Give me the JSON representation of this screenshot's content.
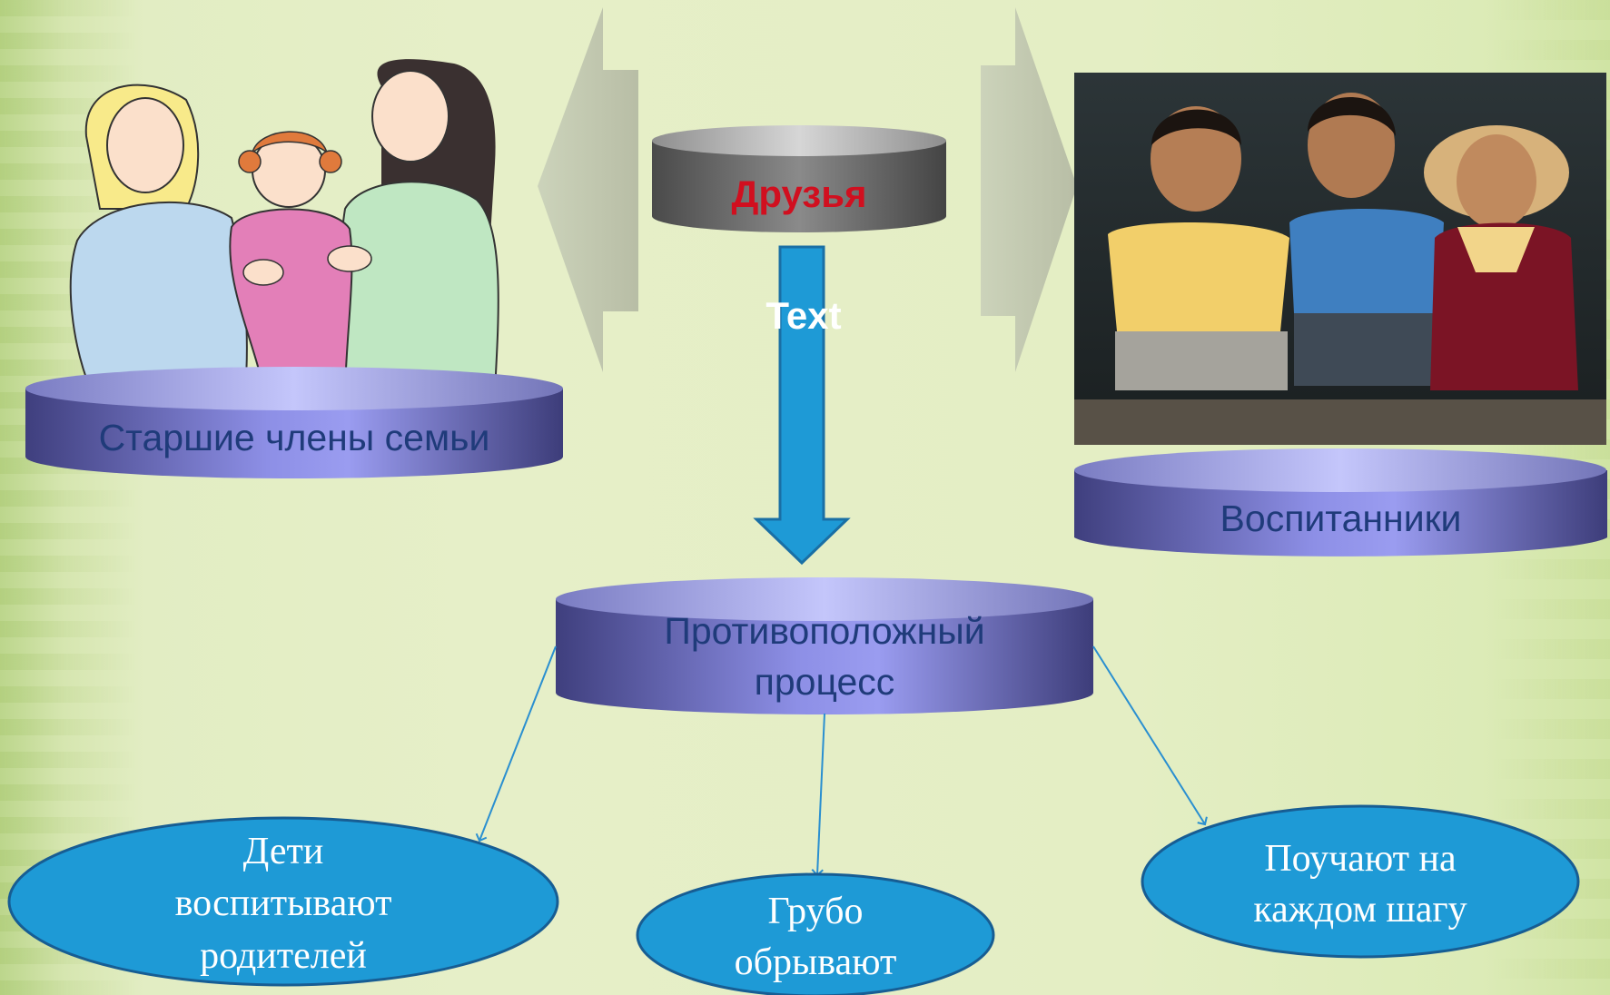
{
  "center_box": {
    "label": "Друзья"
  },
  "arrow_overlay_text": "Text",
  "left_box": {
    "label": "Старшие члены семьи"
  },
  "right_box": {
    "label": "Воспитанники"
  },
  "middle_box": {
    "line1": "Противоположный",
    "line2": "процесс"
  },
  "ovals": [
    {
      "lines": [
        "Дети",
        "воспитывают",
        "родителей"
      ]
    },
    {
      "lines": [
        "Грубо",
        "обрывают"
      ]
    },
    {
      "lines": [
        "Поучают на",
        "каждом шагу"
      ]
    }
  ],
  "colors": {
    "cylinder_blue": "#6a6fc8",
    "oval_blue": "#1e9ad6",
    "center_text": "#d10f1f",
    "label_text": "#1f3b7a"
  }
}
